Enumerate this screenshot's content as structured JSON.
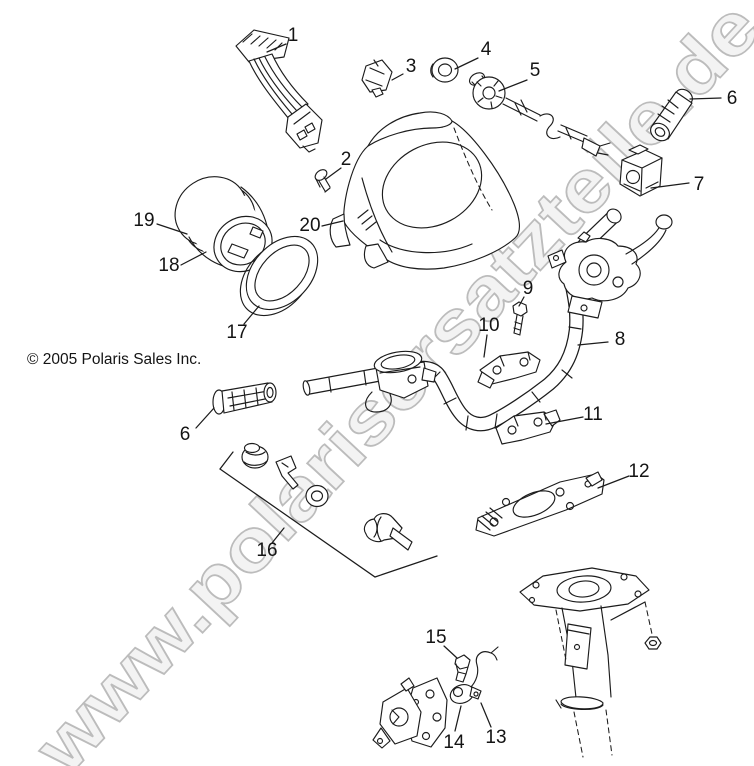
{
  "colors": {
    "background": "#ffffff",
    "line_art": "#1c1c1c",
    "watermark_fill": "#f3f3f3",
    "watermark_outline": "#bcbcbc"
  },
  "watermark": {
    "text": "www.polarisersatzteile.de"
  },
  "copyright": "© 2005 Polaris Sales Inc.",
  "callouts": [
    {
      "label": "1"
    },
    {
      "label": "2"
    },
    {
      "label": "3"
    },
    {
      "label": "4"
    },
    {
      "label": "5"
    },
    {
      "label": "6"
    },
    {
      "label": "7"
    },
    {
      "label": "8"
    },
    {
      "label": "9"
    },
    {
      "label": "10"
    },
    {
      "label": "11"
    },
    {
      "label": "12"
    },
    {
      "label": "13"
    },
    {
      "label": "14"
    },
    {
      "label": "15"
    },
    {
      "label": "16"
    },
    {
      "label": "17"
    },
    {
      "label": "18"
    },
    {
      "label": "19"
    },
    {
      "label": "20"
    },
    {
      "label": "6"
    }
  ]
}
